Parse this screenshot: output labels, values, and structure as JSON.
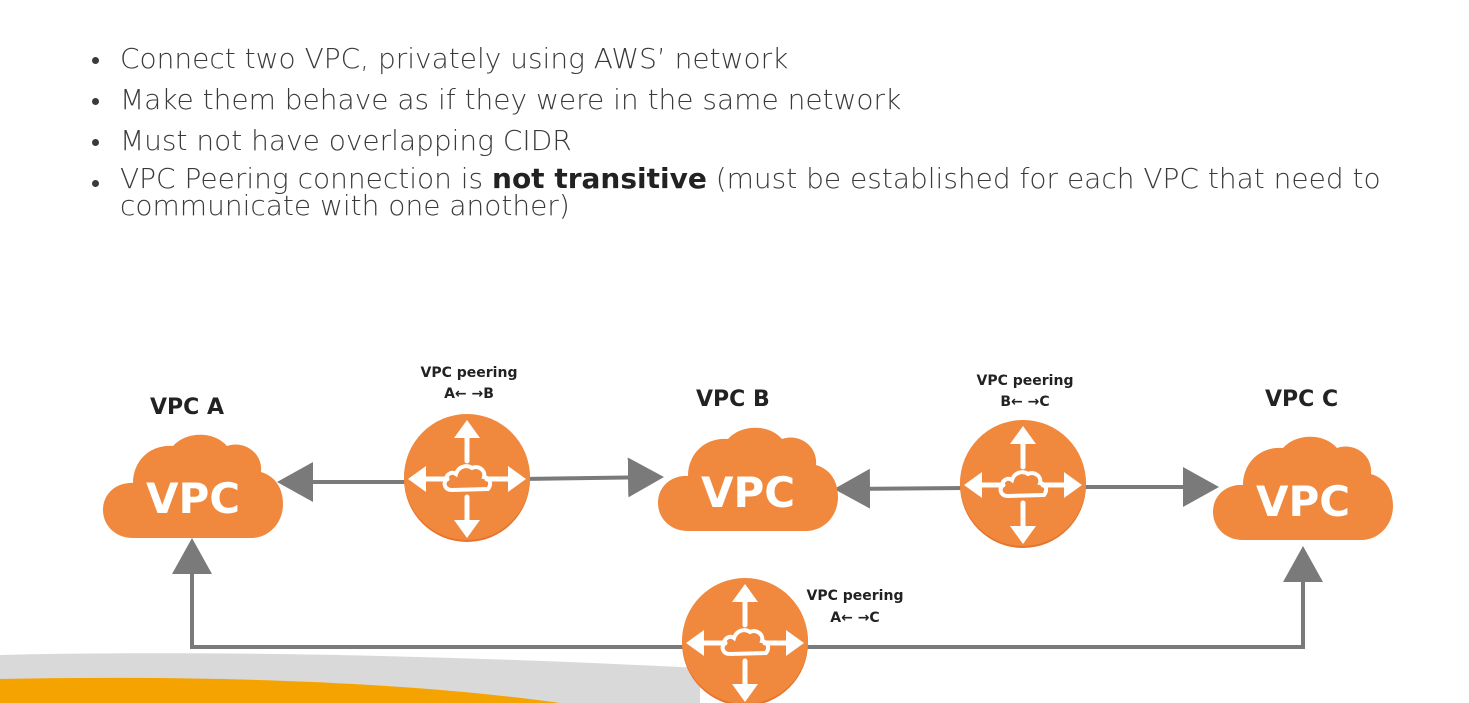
{
  "bullets": [
    {
      "text": "Connect two VPC, privately using AWS’ network"
    },
    {
      "text": "Make them behave as if they were in the same network"
    },
    {
      "text": "Must not have overlapping CIDR"
    },
    {
      "pre": "VPC Peering connection is ",
      "bold": "not transitive",
      "post": " (must be established for each VPC that need to",
      "line2": "communicate with one another)"
    }
  ],
  "vpcs": [
    {
      "title": "VPC A",
      "cloud_label": "VPC"
    },
    {
      "title": "VPC B",
      "cloud_label": "VPC"
    },
    {
      "title": "VPC C",
      "cloud_label": "VPC"
    }
  ],
  "peerings": [
    {
      "label": "VPC peering",
      "pair": "A← →B"
    },
    {
      "label": "VPC peering",
      "pair": "B← →C"
    },
    {
      "label": "VPC peering",
      "pair": "A← →C"
    }
  ],
  "colors": {
    "orange": "#f0883e",
    "orange_dark": "#e07228",
    "connector": "#7a7a7a",
    "footer_gray": "#d9d9d9",
    "footer_orange": "#f5a300"
  },
  "icons": {
    "peering": "router-arrows-cloud-icon",
    "vpc": "vpc-cloud-icon"
  }
}
